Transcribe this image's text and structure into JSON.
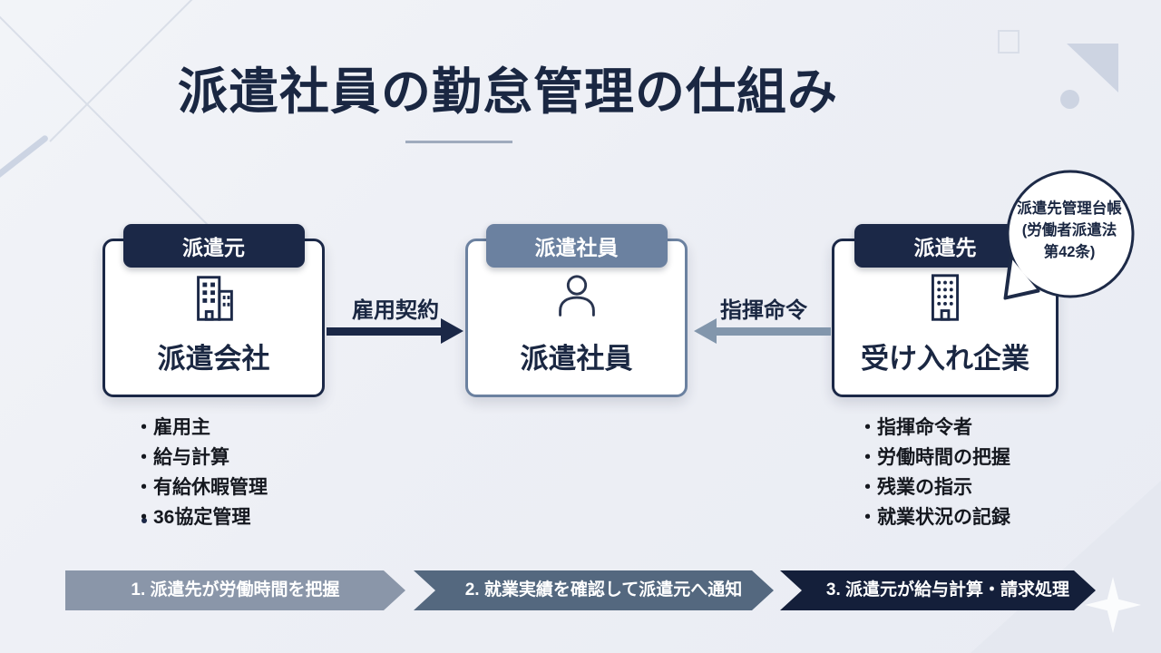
{
  "title": "派遣社員の勤怠管理の仕組み",
  "entities": [
    {
      "badge": "派遣元",
      "name": "派遣会社",
      "icon": "buildings-icon",
      "bullets": [
        "雇用主",
        "給与計算",
        "有給休暇管理",
        "36協定管理"
      ]
    },
    {
      "badge": "派遣社員",
      "name": "派遣社員",
      "icon": "person-icon",
      "bullets": []
    },
    {
      "badge": "派遣先",
      "name": "受け入れ企業",
      "icon": "building-icon",
      "bullets": [
        "指揮命令者",
        "労働時間の把握",
        "残業の指示",
        "就業状況の記録"
      ]
    }
  ],
  "arrows": [
    {
      "label": "雇用契約",
      "direction": "right",
      "color": "#1b2847"
    },
    {
      "label": "指揮命令",
      "direction": "left",
      "color": "#8296ac"
    }
  ],
  "callout": {
    "lines": [
      "派遣先管理台帳",
      "(労働者派遣法",
      "第42条)"
    ]
  },
  "steps": [
    {
      "label": "1. 派遣先が労働時間を把握",
      "color": "#8a96a9"
    },
    {
      "label": "2. 就業実績を確認して派遣元へ通知",
      "color": "#54687f"
    },
    {
      "label": "3. 派遣元が給与計算・請求処理",
      "color": "#141f3a"
    }
  ],
  "colors": {
    "navy": "#1b2847",
    "slate": "#6b81a0",
    "arrow_slate": "#8296ac",
    "background": "#edeff5",
    "text_dark": "#15181f"
  }
}
